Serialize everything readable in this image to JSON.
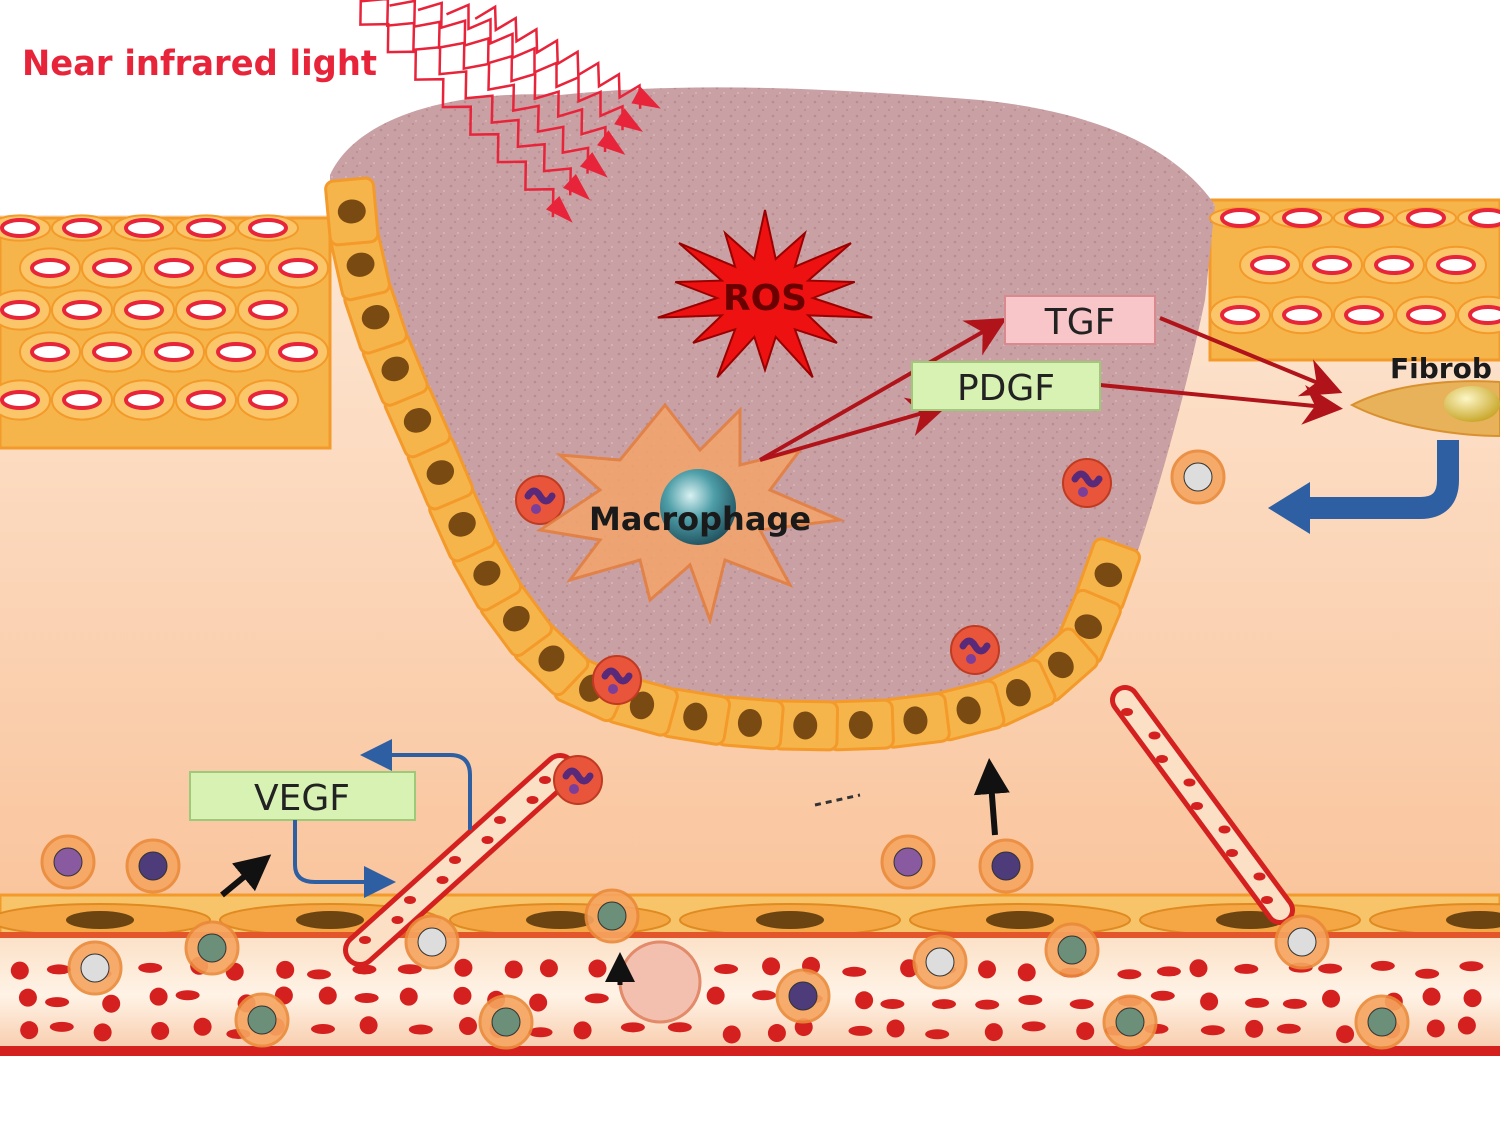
{
  "labels": {
    "light": "Near infrared light",
    "ros": "ROS",
    "tgf": "TGF",
    "pdgf": "PDGF",
    "vegf": "VEGF",
    "macrophage": "Macrophage",
    "fibroblast": "Fibrob"
  },
  "colors": {
    "light_red": "#e8243a",
    "ros_fill": "#ee1111",
    "wound_bed": "#c9a0a4",
    "epithelium": "#f6b54a",
    "epithelium_border": "#f39a2a",
    "dermis": "#fbd2b0",
    "vessel": "#d4211f",
    "arrow_red": "#b0141a",
    "arrow_blue": "#2e5fa3",
    "tgf_box": "#f8c6c8",
    "pdgf_box": "#d8f2b4"
  },
  "icons": [
    "light-wave-icon",
    "ros-burst-icon",
    "macrophage-icon",
    "neutrophil-icon",
    "fibroblast-icon",
    "blood-vessel-icon"
  ]
}
